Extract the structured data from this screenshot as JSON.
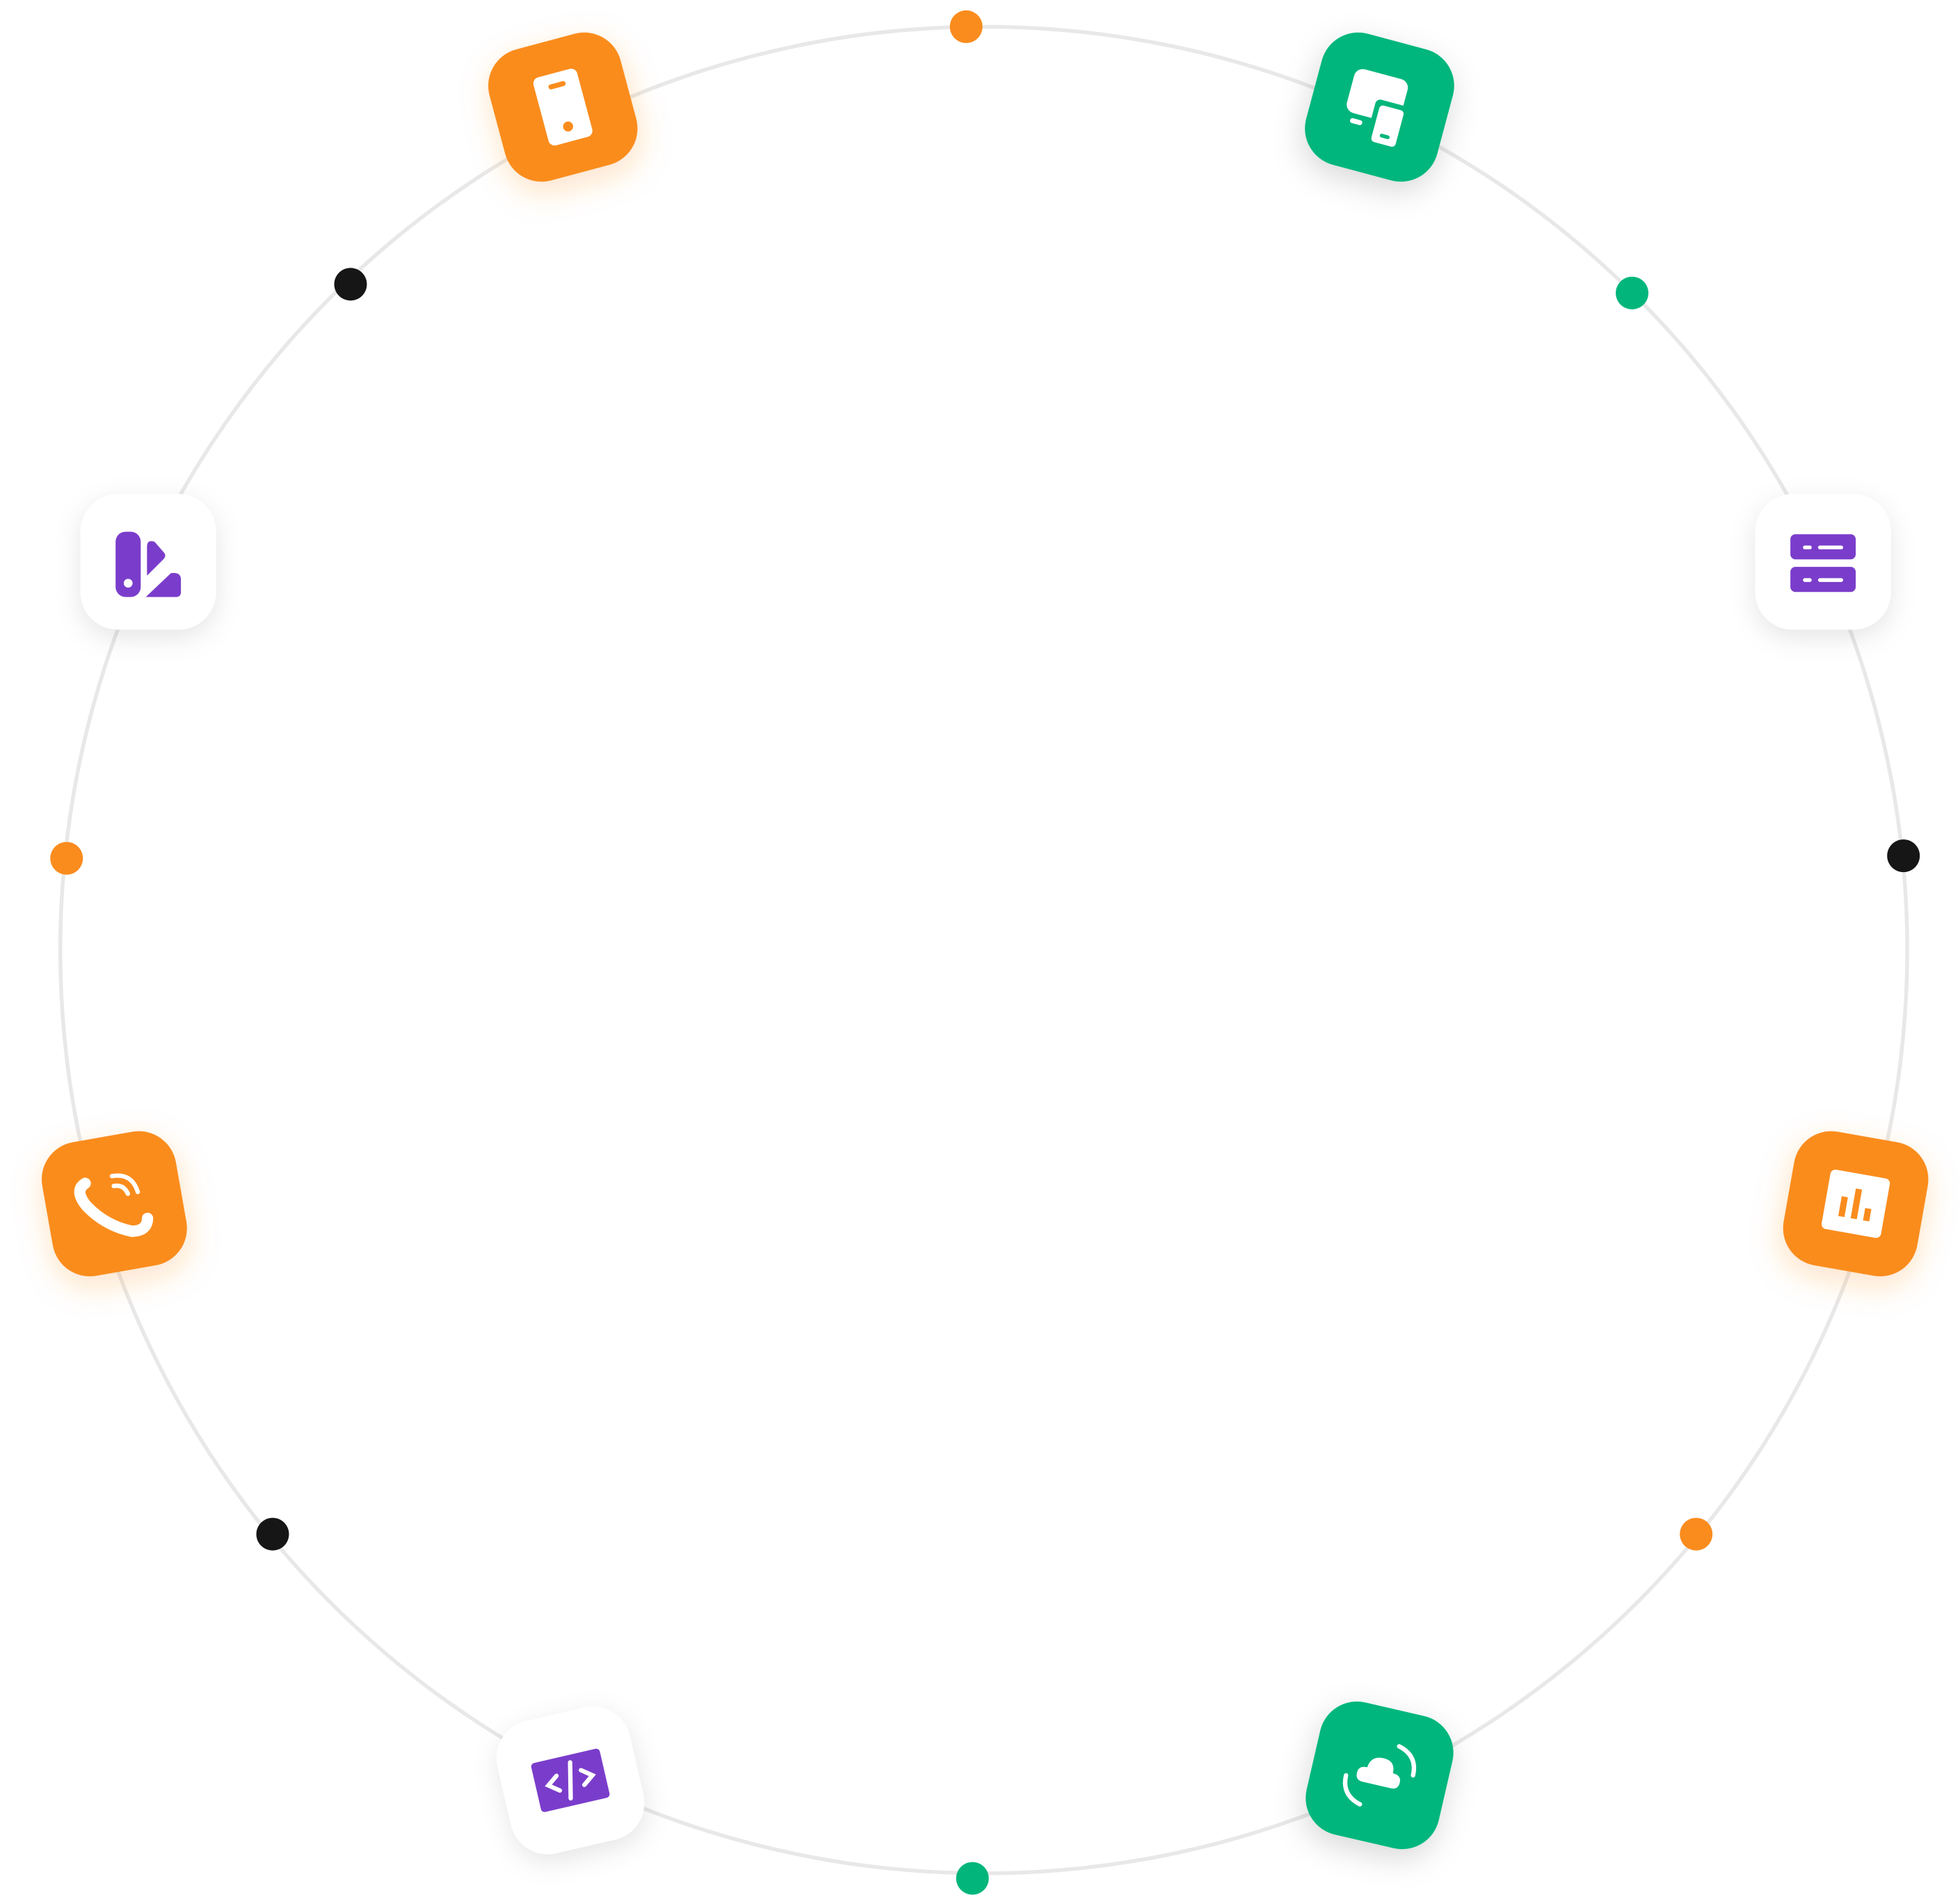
{
  "colors": {
    "orange": "#FA8C1E",
    "green": "#02B67B",
    "purple": "#7A3DCB",
    "black": "#161616",
    "ring": "#E8E8E8",
    "tile_white": "#FFFFFF"
  },
  "icons": [
    {
      "name": "mobile-phone-icon",
      "tile": "orange"
    },
    {
      "name": "devices-icon",
      "tile": "green"
    },
    {
      "name": "design-tools-icon",
      "tile": "white"
    },
    {
      "name": "server-icon",
      "tile": "white"
    },
    {
      "name": "phone-call-icon",
      "tile": "orange"
    },
    {
      "name": "chart-report-icon",
      "tile": "orange"
    },
    {
      "name": "code-icon",
      "tile": "white"
    },
    {
      "name": "cloud-sync-icon",
      "tile": "green"
    }
  ],
  "dots": [
    "orange",
    "black",
    "green",
    "orange",
    "black",
    "black",
    "orange",
    "green"
  ]
}
